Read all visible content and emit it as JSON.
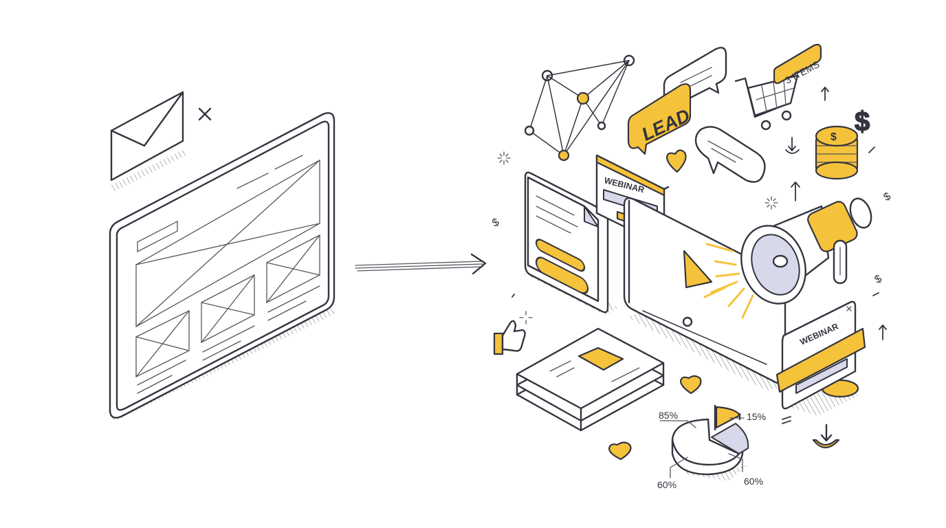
{
  "illustration": {
    "lead_bubble": "LEAD",
    "cart_badge": "3 ITEMS",
    "webinar_card_top": "WEBINAR",
    "webinar_card_bottom": "WEBINAR",
    "pie_labels": {
      "top_left": "85%",
      "top_right": "15%",
      "bottom_left": "60%",
      "bottom_right": "60%"
    },
    "colors": {
      "accent": "#F5C33B",
      "ink": "#34343f",
      "lavender": "#d7d9ea"
    }
  }
}
